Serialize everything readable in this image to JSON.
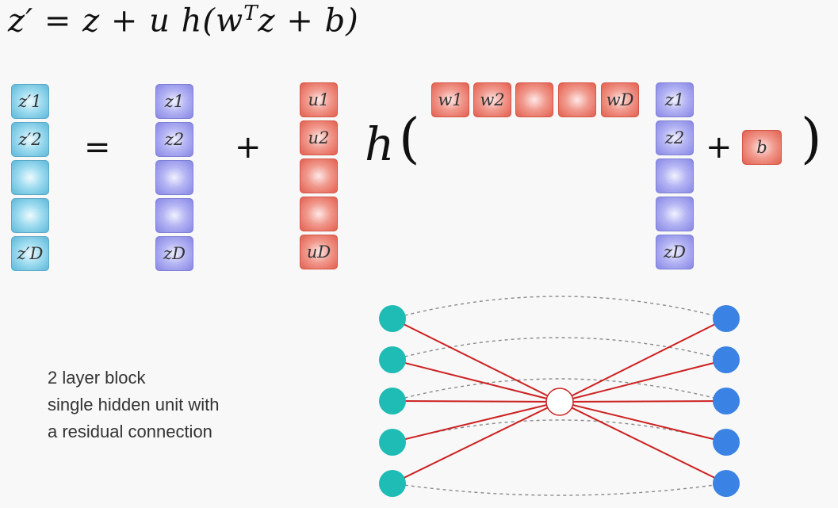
{
  "formula": {
    "lhs": "z′ = z + u h(w",
    "sup": "T",
    "rhs": "z + b)"
  },
  "vectors": {
    "zprime": [
      "z′1",
      "z′2",
      "",
      "",
      "z′D"
    ],
    "z": [
      "z1",
      "z2",
      "",
      "",
      "zD"
    ],
    "u": [
      "u1",
      "u2",
      "",
      "",
      "uD"
    ],
    "w": [
      "w1",
      "w2",
      "",
      "",
      "wD"
    ],
    "z_right": [
      "z1",
      "z2",
      "",
      "",
      "zD"
    ],
    "b": "b"
  },
  "operators": {
    "equals": "=",
    "plus1": "+",
    "h": "h",
    "open_paren": "(",
    "plus2": "+",
    "close_paren": ")"
  },
  "caption": {
    "line1": "2 layer block",
    "line2": "single hidden unit with",
    "line3": "a residual connection"
  },
  "colors": {
    "input_node": "#1ebcb4",
    "output_node": "#3a82e4",
    "hidden_node": "#ffffff",
    "hidden_edge": "#cc2222",
    "residual_edge": "#8a8a8a"
  }
}
